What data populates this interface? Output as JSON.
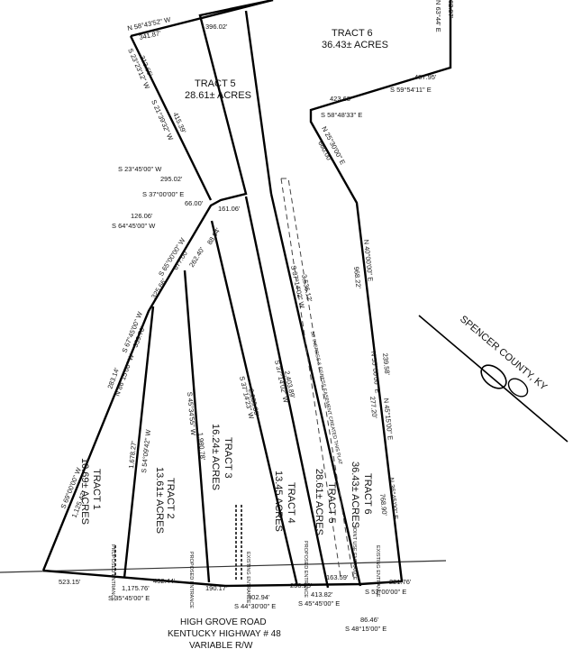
{
  "tracts": {
    "t1": {
      "name": "TRACT 1",
      "acres": "10.69± ACRES"
    },
    "t2": {
      "name": "TRACT 2",
      "acres": "13.61± ACRES"
    },
    "t3": {
      "name": "TRACT 3",
      "acres": "16.24± ACRES"
    },
    "t4": {
      "name": "TRACT 4",
      "acres": "13.45 ACRES"
    },
    "t5": {
      "name": "TRACT 5",
      "acres": "28.61± ACRES"
    },
    "t6": {
      "name": "TRACT 6",
      "acres": "36.43± ACRES"
    }
  },
  "road": {
    "line1": "HIGH GROVE ROAD",
    "line2": "KENTUCKY HIGHWAY # 48",
    "line3": "VARIABLE R/W"
  },
  "county": "SPENCER COUNTY, KY",
  "easement_note": "50' INGRESS & EGRESS EASEMENT CREATED THIS PLAT",
  "entrances": {
    "proposed": "PROPOSED ENTRANCE",
    "existing": "EXISTING ENTRANCE",
    "joint": "JOINT USE ENTRANCE"
  },
  "calls": {
    "c_n58_bearing": "N 58°43'52\" W",
    "c_n58_dist": "341.87'",
    "c_396": "396.02'",
    "c_62": "62.07'",
    "c_63_bearing": "N 63°44' E",
    "c_s23_top": "S 23°23'12\" W",
    "c_313": "313.65'",
    "c_s21": "S 21°39'32\" W",
    "c_415": "415.39'",
    "c_s23_45": "S 23°45'00\" W",
    "c_295": "295.02'",
    "c_s37": "S 37°00'00\" E",
    "c_66": "66.00'",
    "c_126": "126.06'",
    "c_s64": "S 64°45'00\" W",
    "c_161": "161.06'",
    "c_487": "487.95'",
    "c_s59": "S 59°54'11\" E",
    "c_423": "423.63'",
    "c_s58": "S 58°48'33\" E",
    "c_n25": "N 25°30'00\" E",
    "c_660": "660.00'",
    "c_n40": "N 40°00'00\" E",
    "c_968": "968.22'",
    "c_s65": "S 65°00'00\" W",
    "c_677": "677.00'",
    "c_262": "262.40'",
    "c_88": "88.94'",
    "c_325": "325.66'",
    "c_s67": "S 67°45'00\" W",
    "c_359": "359.70'",
    "c_283": "283.14'",
    "c_n86": "N 86°15'00\" W",
    "c_s69": "S 69°00'00\" W",
    "c_1125": "1,125.47'",
    "c_1678": "1,678.27'",
    "c_s54": "S 54°09'42\" W",
    "c_1980": "1,980.78'",
    "c_s45": "S 45°34'55\" W",
    "c_2235": "2,235.36'",
    "c_s37_14_23": "S 37°14'23\" W",
    "c_2403": "2,403.89'",
    "c_s37_14_02": "S 37°14'02\" W",
    "c_3536": "3,536.12'",
    "c_s37_14_02b": "S 37°14'02\" W",
    "c_n55": "N 55°00'00\" E",
    "c_239": "239.58'",
    "c_277": "277.20'",
    "c_n45": "N 45°15'00\" E",
    "c_n36": "N 36°45'00\" E",
    "c_768": "768.90'",
    "f_523": "523.15'",
    "f_1175": "1,175.76'",
    "f_s35": "S 35°45'00\" E",
    "f_462": "462.44'",
    "f_190": "190.17'",
    "f_302": "302.94'",
    "f_s44": "S 44°30'00\" E",
    "f_250": "250.23'",
    "f_413": "413.82'",
    "f_s45": "S 45°45'00\" E",
    "f_163": "163.59'",
    "f_221": "221.76'",
    "f_s53": "S 53°00'00\" E",
    "f_86": "86.46'",
    "f_s48": "S 48°15'00\" E"
  }
}
